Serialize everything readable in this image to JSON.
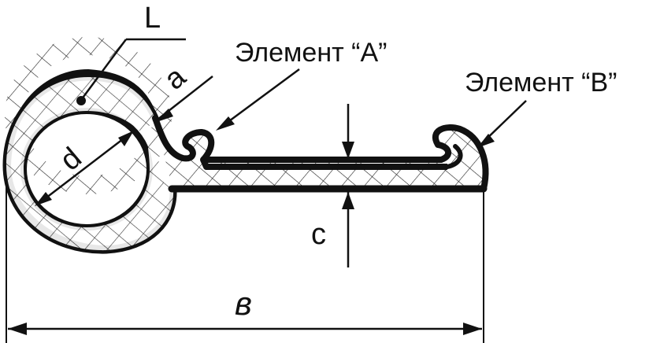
{
  "labels": {
    "L": "L",
    "a": "a",
    "d": "d",
    "c": "c",
    "b": "в",
    "element_a": "Элемент “A”",
    "element_b": "Элемент “B”"
  },
  "colors": {
    "ink": "#111111",
    "hatch": "#222222",
    "paper": "#ffffff"
  }
}
